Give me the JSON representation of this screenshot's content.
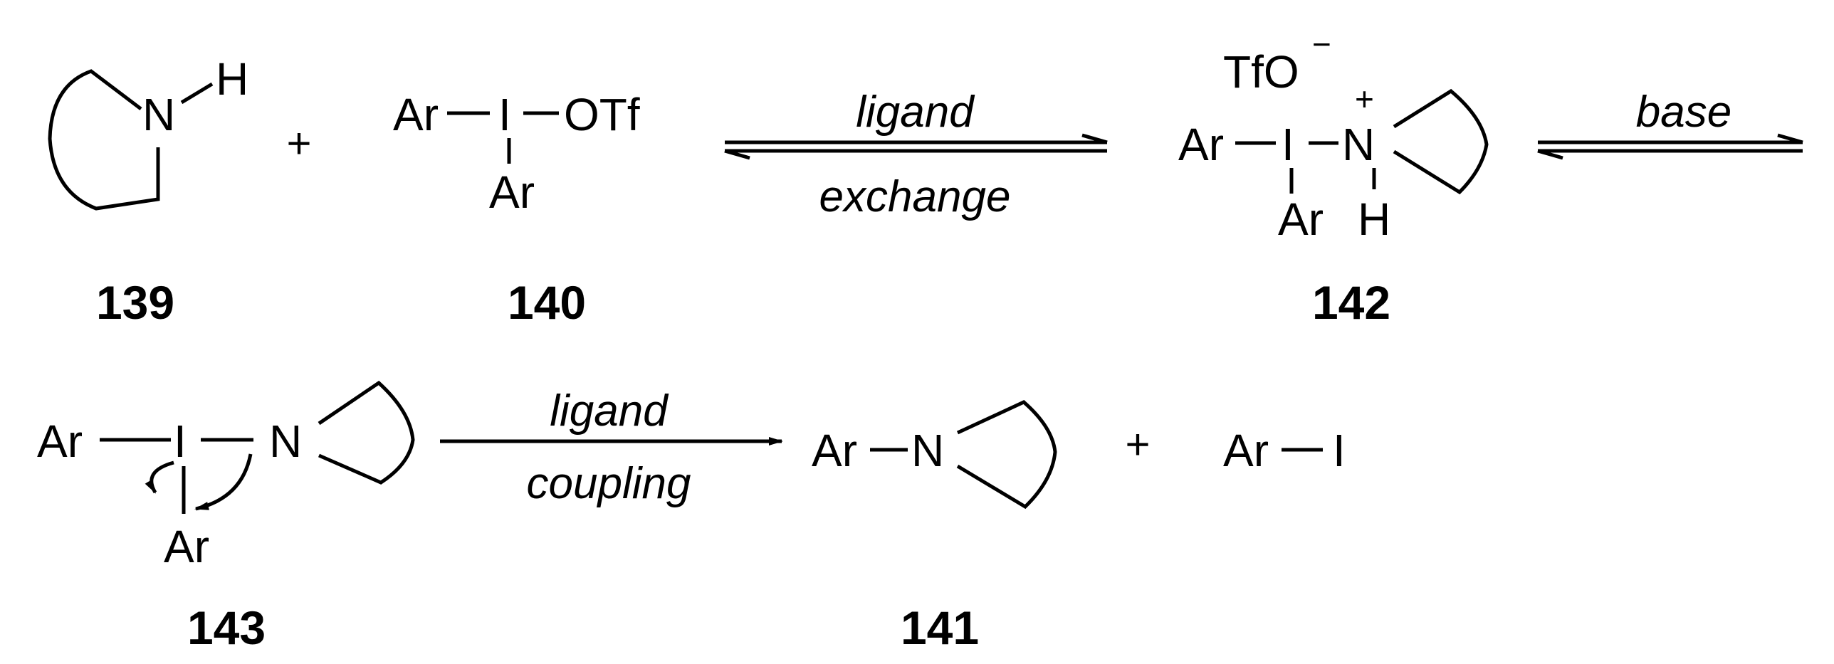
{
  "compounds": {
    "c139": {
      "label": "139",
      "atom_n": "N",
      "atom_h": "H"
    },
    "c140": {
      "label": "140",
      "ar_left": "Ar",
      "iodine": "I",
      "otf": "OTf",
      "ar_bottom": "Ar"
    },
    "c142": {
      "label": "142",
      "counterion": "TfO",
      "counterion_charge": "−",
      "ar_left": "Ar",
      "iodine": "I",
      "atom_n": "N",
      "n_charge": "+",
      "ar_bottom": "Ar",
      "atom_h": "H"
    },
    "c143": {
      "label": "143",
      "ar_left": "Ar",
      "iodine": "I",
      "atom_n": "N",
      "ar_bottom": "Ar"
    },
    "c141": {
      "label": "141",
      "ar_left": "Ar",
      "atom_n": "N"
    },
    "byproduct": {
      "ar": "Ar",
      "iodine": "I"
    }
  },
  "operators": {
    "plus_1": "+",
    "plus_2": "+"
  },
  "arrows": {
    "ligand_exchange": {
      "top": "ligand",
      "bottom": "exchange"
    },
    "base": {
      "top": "base"
    },
    "ligand_coupling": {
      "top": "ligand",
      "bottom": "coupling"
    }
  }
}
